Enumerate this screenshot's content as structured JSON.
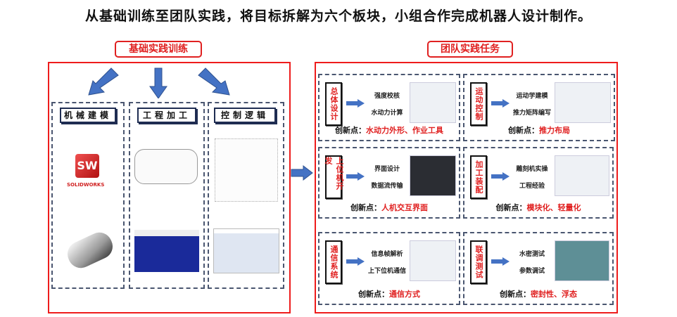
{
  "title": "从基础训练至团队实践，将目标拆解为六个板块，小组合作完成机器人设计制作。",
  "left": {
    "label": "基础实践训练",
    "columns": [
      {
        "title": "机械建模",
        "logo_text": "SOLIDWORKS"
      },
      {
        "title": "工程加工"
      },
      {
        "title": "控制逻辑"
      }
    ]
  },
  "right": {
    "label": "团队实践任务",
    "innov_prefix": "创新点：",
    "cards": [
      {
        "label": "总体设计",
        "tasks": [
          "强度校核",
          "水动力计算"
        ],
        "innovation": "水动力外形、作业工具"
      },
      {
        "label": "运动控制",
        "tasks": [
          "运动学建模",
          "推力矩阵编写"
        ],
        "innovation": "推力布局"
      },
      {
        "label": "上位机开发",
        "tasks": [
          "界面设计",
          "数据流传输"
        ],
        "innovation": "人机交互界面"
      },
      {
        "label": "加工装配",
        "tasks": [
          "雕刻机实操",
          "工程经验"
        ],
        "innovation": "模块化、轻量化"
      },
      {
        "label": "通信系统",
        "tasks": [
          "信息帧解析",
          "上下位机通信"
        ],
        "innovation": "通信方式"
      },
      {
        "label": "联调测试",
        "tasks": [
          "水密测试",
          "参数调试"
        ],
        "innovation": "密封性、浮态"
      }
    ]
  },
  "colors": {
    "accent_red": "#e02020",
    "arrow_blue": "#4472c4",
    "dash": "#4a5670"
  }
}
